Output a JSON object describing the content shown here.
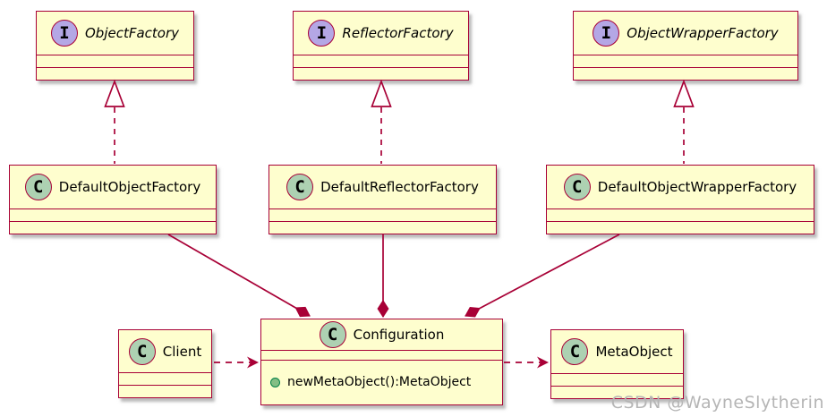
{
  "watermark": "CSDN @WayneSlytherin",
  "colors": {
    "box_fill": "#FEFECE",
    "line": "#A80036",
    "interface_badge_fill": "#B4A7E5",
    "class_badge_fill": "#ADD1B2",
    "method_dot_fill": "#84BE84",
    "method_dot_border": "#038048",
    "watermark_color": "#b5b5b5"
  },
  "nodes": {
    "object_factory": {
      "badge": "I",
      "name": "ObjectFactory"
    },
    "reflector_factory": {
      "badge": "I",
      "name": "ReflectorFactory"
    },
    "object_wrapper_factory": {
      "badge": "I",
      "name": "ObjectWrapperFactory"
    },
    "default_object_factory": {
      "badge": "C",
      "name": "DefaultObjectFactory"
    },
    "default_reflector_factory": {
      "badge": "C",
      "name": "DefaultReflectorFactory"
    },
    "default_object_wrapper_factory": {
      "badge": "C",
      "name": "DefaultObjectWrapperFactory"
    },
    "client": {
      "badge": "C",
      "name": "Client"
    },
    "configuration": {
      "badge": "C",
      "name": "Configuration",
      "method": "newMetaObject():MetaObject"
    },
    "meta_object": {
      "badge": "C",
      "name": "MetaObject"
    }
  },
  "relations": [
    {
      "from": "DefaultObjectFactory",
      "to": "ObjectFactory",
      "type": "realization"
    },
    {
      "from": "DefaultReflectorFactory",
      "to": "ReflectorFactory",
      "type": "realization"
    },
    {
      "from": "DefaultObjectWrapperFactory",
      "to": "ObjectWrapperFactory",
      "type": "realization"
    },
    {
      "from": "DefaultObjectFactory",
      "to": "Configuration",
      "type": "composition"
    },
    {
      "from": "DefaultReflectorFactory",
      "to": "Configuration",
      "type": "composition"
    },
    {
      "from": "DefaultObjectWrapperFactory",
      "to": "Configuration",
      "type": "composition"
    },
    {
      "from": "Client",
      "to": "Configuration",
      "type": "dependency"
    },
    {
      "from": "Configuration",
      "to": "MetaObject",
      "type": "dependency"
    }
  ]
}
